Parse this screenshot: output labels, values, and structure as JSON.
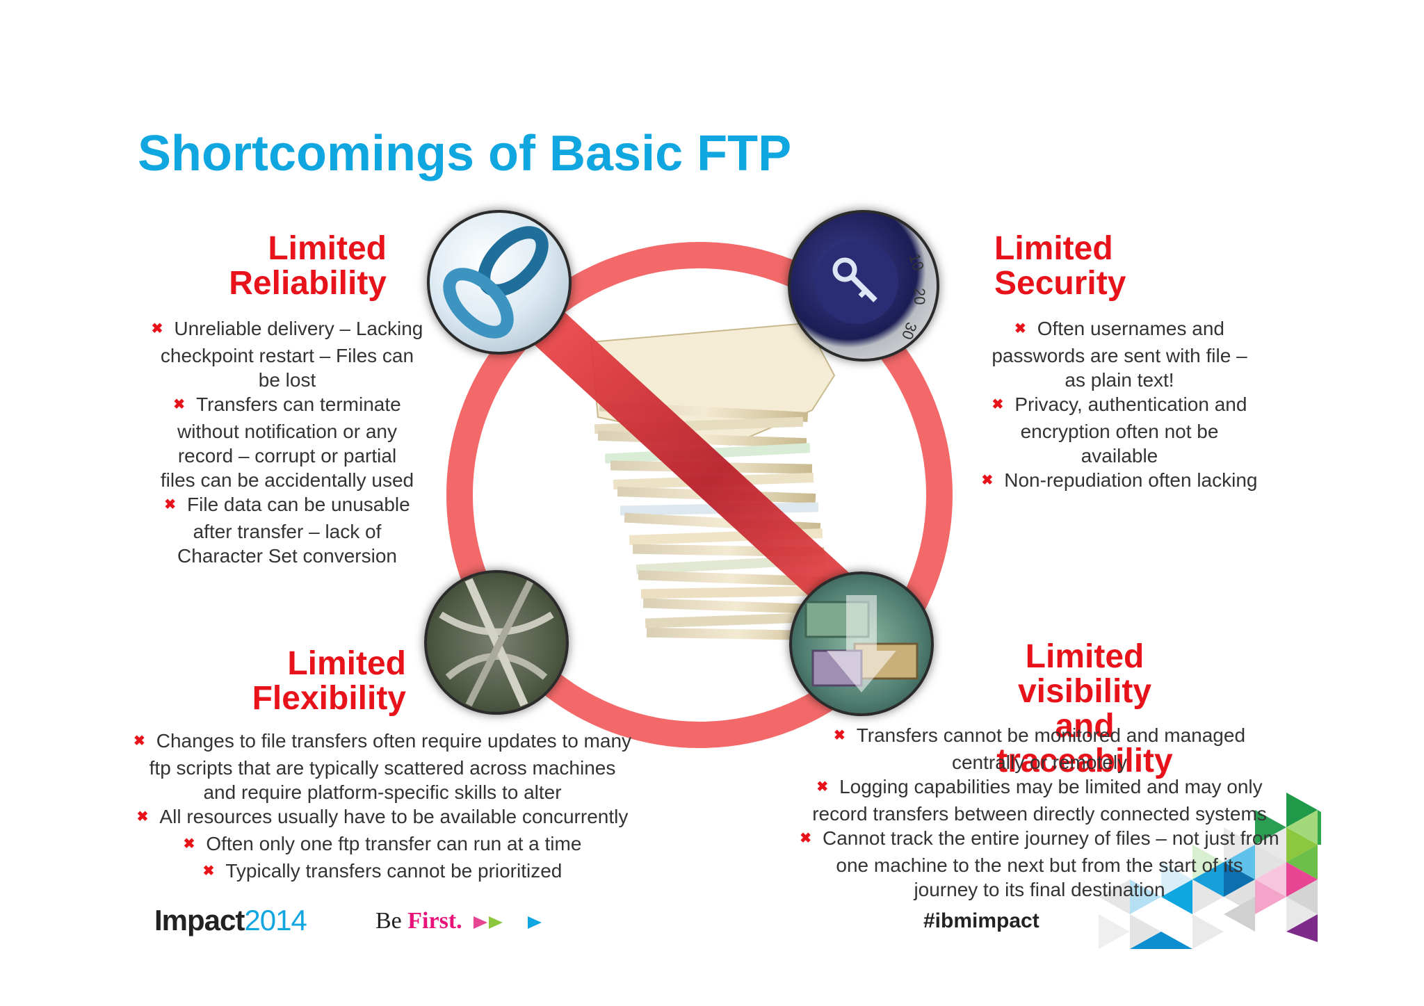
{
  "slide": {
    "title": "Shortcomings of Basic FTP"
  },
  "reliability": {
    "heading_line1": "Limited",
    "heading_line2": "Reliability",
    "bullets": [
      [
        "Unreliable delivery – Lacking",
        "checkpoint restart – Files can",
        "be lost"
      ],
      [
        "Transfers can terminate",
        "without notification or any",
        "record – corrupt or partial",
        "files can be accidentally used"
      ],
      [
        "File data can be unusable",
        "after transfer – lack of",
        "Character Set conversion"
      ]
    ]
  },
  "security": {
    "heading_line1": "Limited",
    "heading_line2": "Security",
    "bullets": [
      [
        "Often usernames and",
        "passwords are sent with file –",
        "as plain text!"
      ],
      [
        "Privacy, authentication and",
        "encryption often not be",
        "available"
      ],
      [
        "Non-repudiation often lacking"
      ]
    ]
  },
  "flexibility": {
    "heading_line1": "Limited",
    "heading_line2": "Flexibility",
    "bullets": [
      [
        "Changes to file transfers often require updates to many",
        "ftp scripts that are typically scattered across machines",
        "and require platform-specific skills to alter"
      ],
      [
        "All resources usually have to be available concurrently"
      ],
      [
        "Often only one ftp transfer can run at a time"
      ],
      [
        "Typically transfers cannot be prioritized"
      ]
    ]
  },
  "visibility": {
    "heading_line1": "Limited visibility",
    "heading_line2": "and traceability",
    "bullets": [
      [
        "Transfers cannot be monitored and managed",
        "centrally or remotely"
      ],
      [
        "Logging capabilities may be limited and may only",
        "record transfers between directly connected systems"
      ],
      [
        "Cannot track the entire journey of files – not just from",
        "one machine to the next but from the start of its",
        "journey to its final destination"
      ]
    ]
  },
  "footer": {
    "impact": "Impact",
    "year": "2014",
    "be": "Be",
    "first": "First.",
    "hashtag": "#ibmimpact"
  },
  "colors": {
    "title": "#10a6e0",
    "heading": "#e8121a",
    "prohibition_sign": "#f25c5c",
    "bullet_mark": "#e8121a"
  },
  "icons": {
    "reliability": "chain-links-icon",
    "security": "safe-dial-key-icon",
    "flexibility": "highway-interchange-icon",
    "visibility": "currency-download-icon",
    "center": "paper-stack-image",
    "bullet": "cross-mark-icon"
  }
}
